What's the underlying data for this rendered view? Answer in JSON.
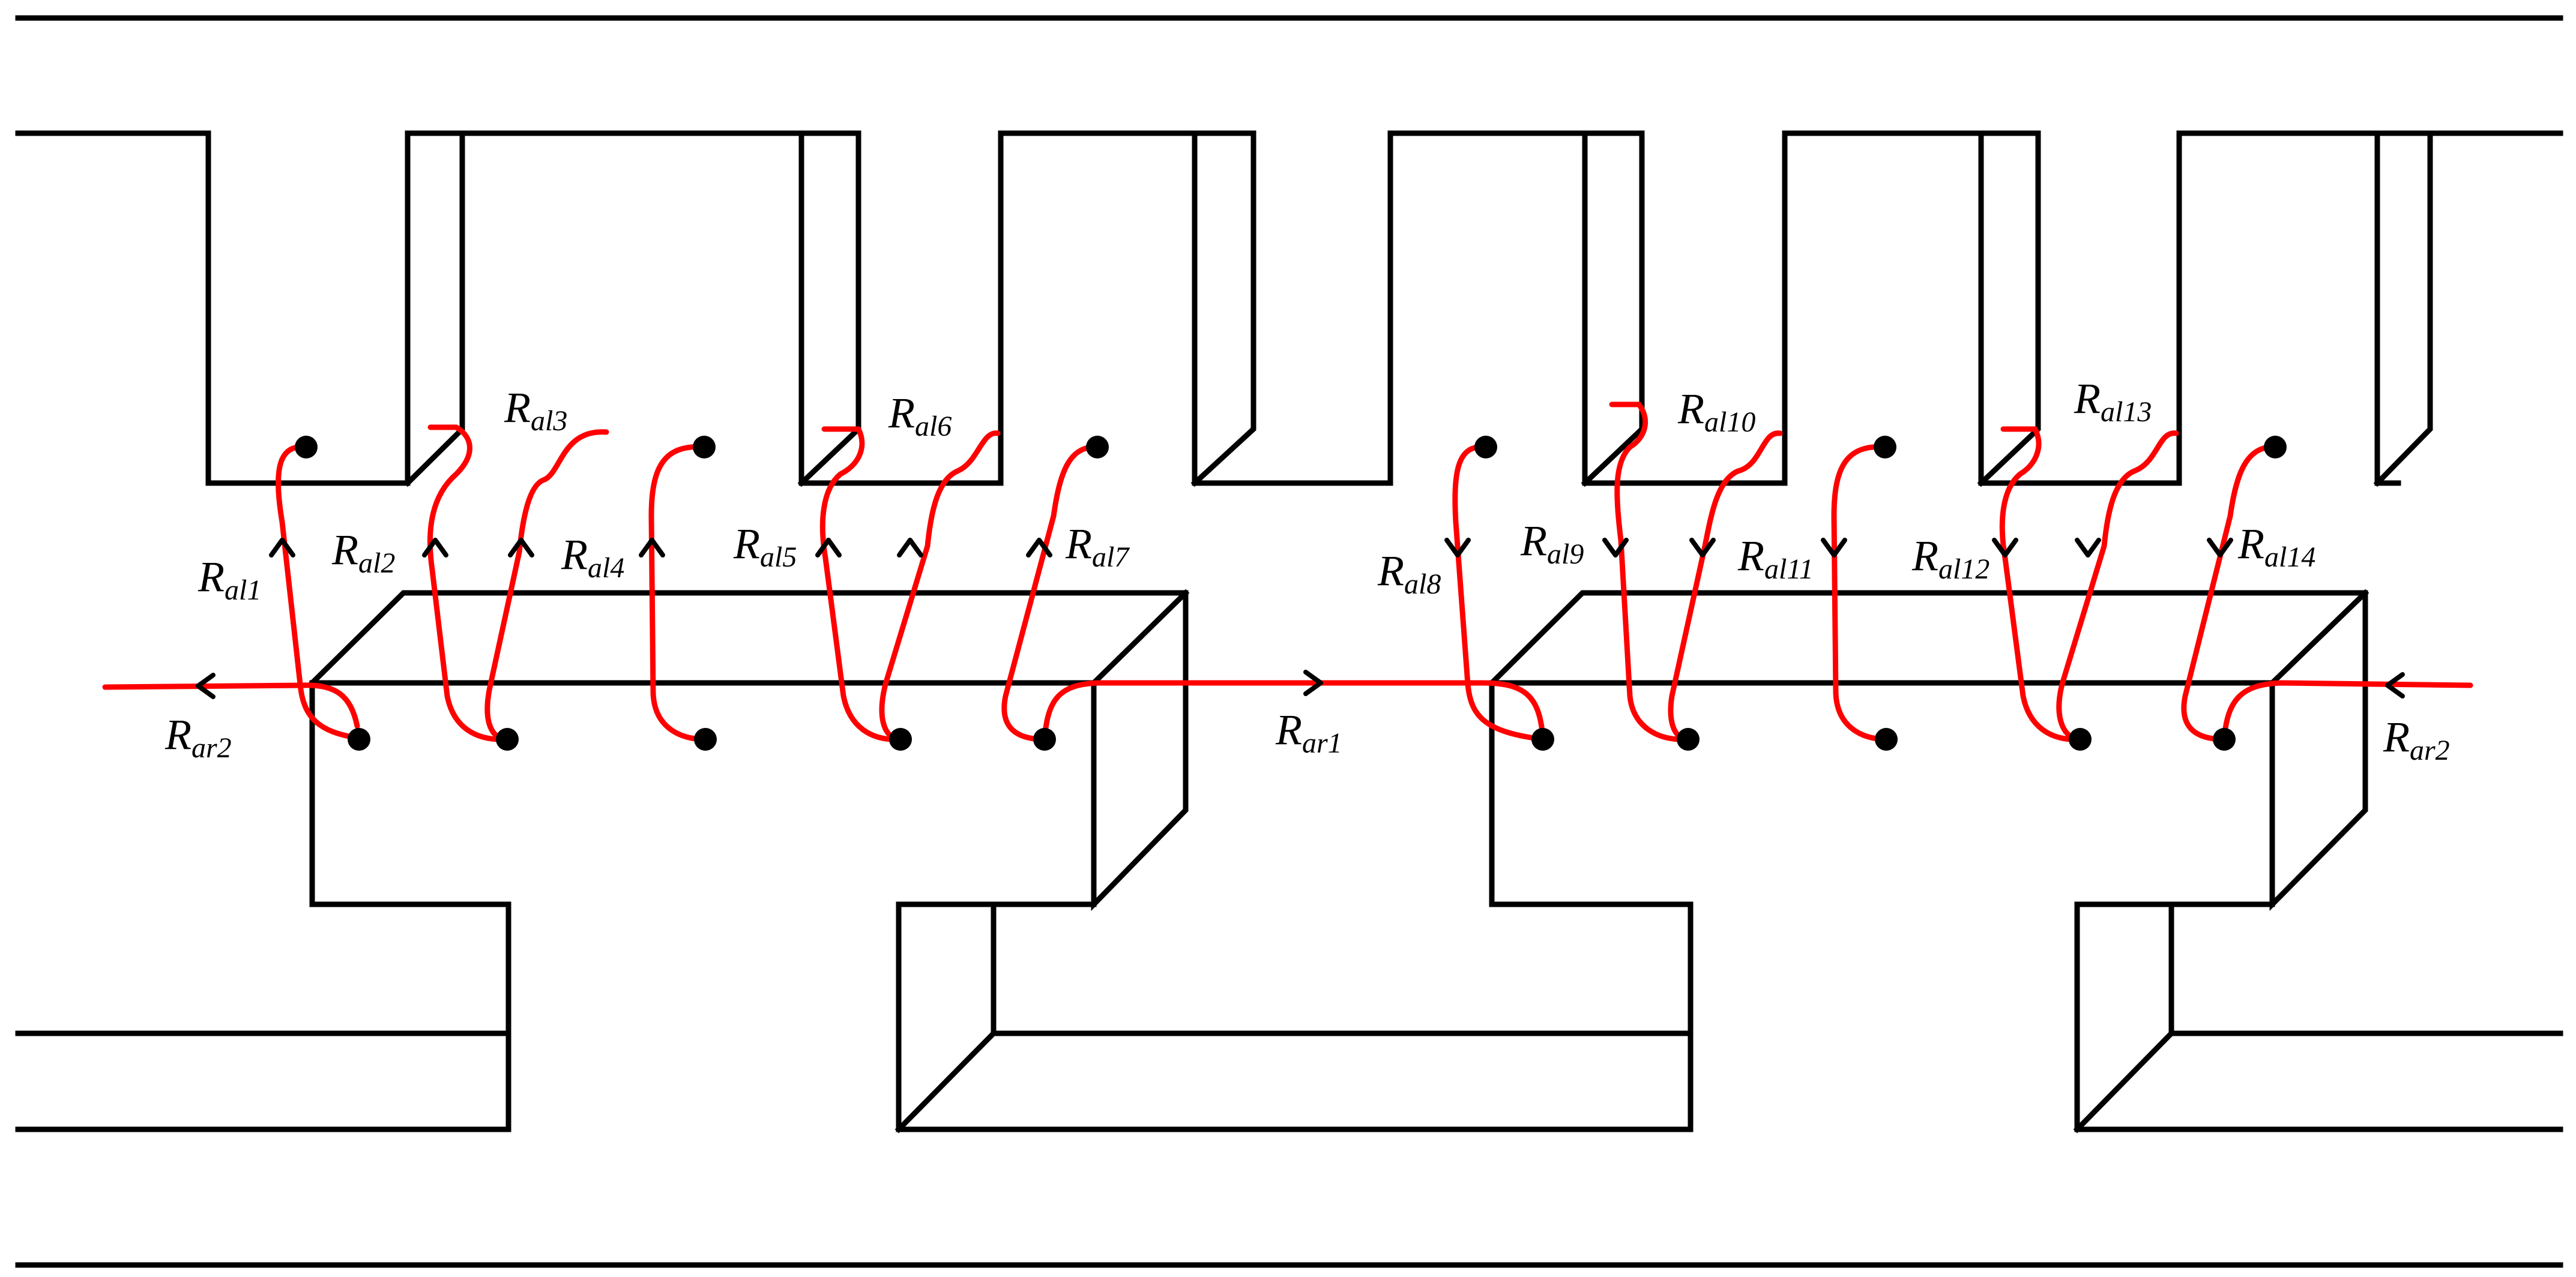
{
  "colors": {
    "structure": "#000000",
    "flux_path": "#ff0000",
    "dot": "#000000",
    "background": "#ffffff"
  },
  "labels": {
    "ral1": {
      "main": "R",
      "sub": "al1"
    },
    "ral2": {
      "main": "R",
      "sub": "al2"
    },
    "ral3": {
      "main": "R",
      "sub": "al3"
    },
    "ral4": {
      "main": "R",
      "sub": "al4"
    },
    "ral5": {
      "main": "R",
      "sub": "al5"
    },
    "ral6": {
      "main": "R",
      "sub": "al6"
    },
    "ral7": {
      "main": "R",
      "sub": "al7"
    },
    "ral8": {
      "main": "R",
      "sub": "al8"
    },
    "ral9": {
      "main": "R",
      "sub": "al9"
    },
    "ral10": {
      "main": "R",
      "sub": "al10"
    },
    "ral11": {
      "main": "R",
      "sub": "al11"
    },
    "ral12": {
      "main": "R",
      "sub": "al12"
    },
    "ral13": {
      "main": "R",
      "sub": "al13"
    },
    "ral14": {
      "main": "R",
      "sub": "al14"
    },
    "rar1": {
      "main": "R",
      "sub": "ar1"
    },
    "rar2_left": {
      "main": "R",
      "sub": "ar2"
    },
    "rar2_right": {
      "main": "R",
      "sub": "ar2"
    }
  },
  "arrow_directions": {
    "left_group": "up",
    "right_group": "down",
    "axial_left": "left",
    "axial_middle": "right",
    "axial_right": "left"
  }
}
